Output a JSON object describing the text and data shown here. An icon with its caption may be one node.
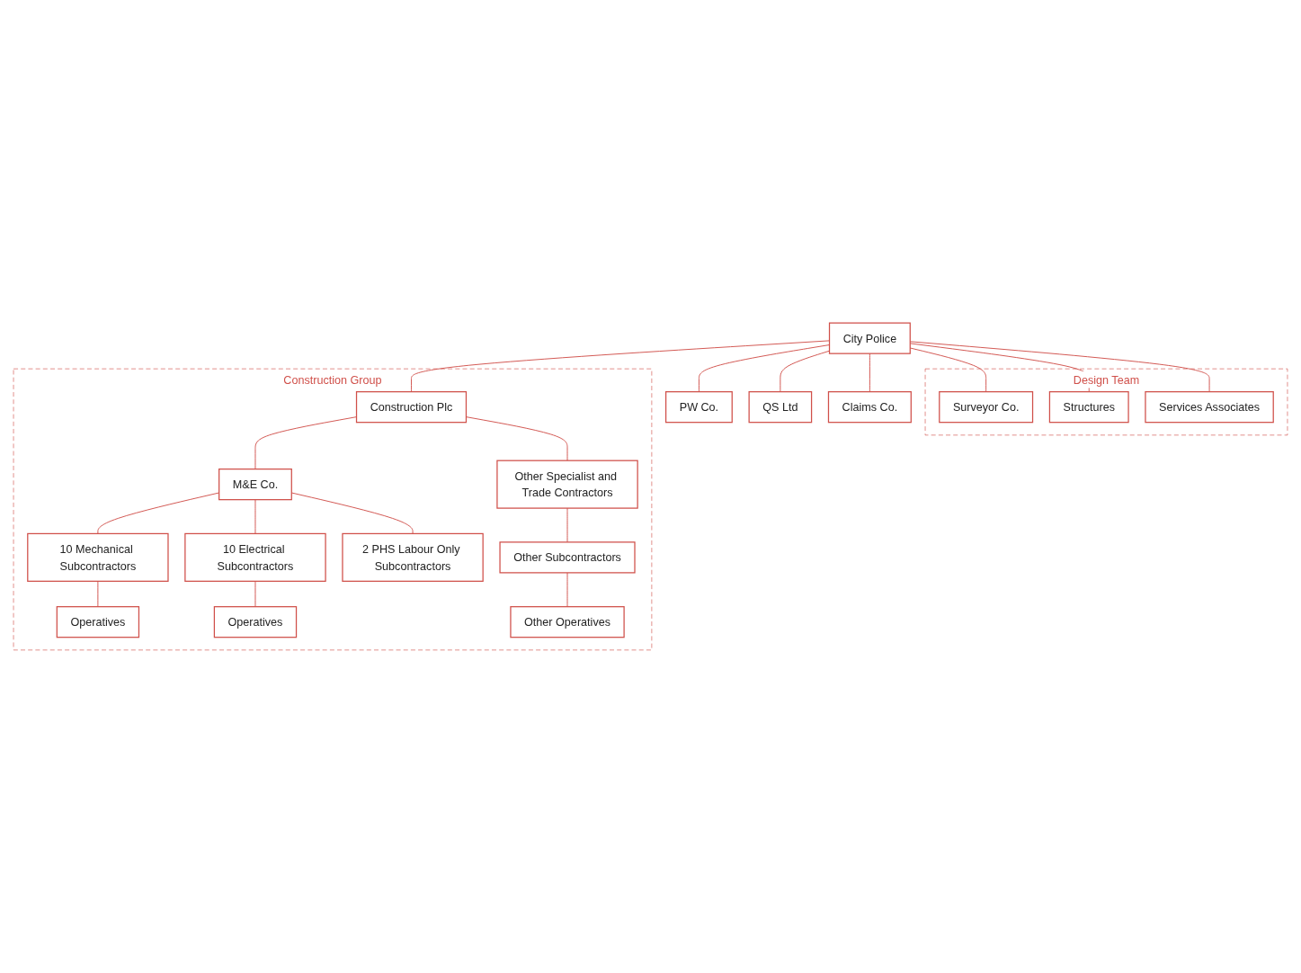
{
  "diagram": {
    "nodes": [
      {
        "text": [
          "Design Team"
        ]
      },
      {
        "text": [
          "Surveyor Co."
        ],
        "in": 0
      },
      {
        "text": [
          "Structures"
        ],
        "in": 0
      },
      {
        "text": [
          "Services Associates"
        ],
        "in": 0
      },
      {
        "text": [
          "City Police"
        ]
      },
      {
        "text": [
          "PW Co."
        ]
      },
      {
        "text": [
          "QS Ltd"
        ]
      },
      {
        "text": [
          "Claims Co."
        ]
      },
      {
        "text": [
          "Construction Group"
        ]
      },
      {
        "text": [
          "Construction Plc"
        ],
        "in": 8
      },
      {
        "text": [
          "M&E Co."
        ],
        "in": 8
      },
      {
        "text": [
          "Other Specialist and Trade Contractors"
        ],
        "in": 8
      },
      {
        "text": [
          "10 Mechanical Subcontractors"
        ],
        "in": 8
      },
      {
        "text": [
          "10 Electrical Subcontractors"
        ],
        "in": 8
      },
      {
        "text": [
          "2 PHS Labour Only Subcontractors"
        ],
        "in": 8
      },
      {
        "text": [
          "Other Subcontractors"
        ],
        "in": 8
      },
      {
        "text": [
          "Operatives"
        ],
        "in": 8
      },
      {
        "text": [
          "Operatives"
        ],
        "in": 8
      },
      {
        "text": [
          "Other Operatives"
        ],
        "in": 8
      }
    ],
    "edges": [
      {
        "from": 4,
        "to": 1,
        "arrow": "none"
      },
      {
        "from": 4,
        "to": 2,
        "arrow": "none"
      },
      {
        "from": 4,
        "to": 3,
        "arrow": "none"
      },
      {
        "from": 4,
        "to": 5,
        "arrow": "none"
      },
      {
        "from": 4,
        "to": 6,
        "arrow": "none"
      },
      {
        "from": 4,
        "to": 7,
        "arrow": "none"
      },
      {
        "from": 4,
        "to": 9,
        "arrow": "none"
      },
      {
        "from": 9,
        "to": 10,
        "arrow": "none"
      },
      {
        "from": 9,
        "to": 11,
        "arrow": "none"
      },
      {
        "from": 10,
        "to": 12,
        "arrow": "none"
      },
      {
        "from": 10,
        "to": 13,
        "arrow": "none"
      },
      {
        "from": 10,
        "to": 14,
        "arrow": "none"
      },
      {
        "from": 11,
        "to": 15,
        "arrow": "none"
      },
      {
        "from": 12,
        "to": 16,
        "arrow": "none"
      },
      {
        "from": 13,
        "to": 17,
        "arrow": "none"
      },
      {
        "from": 15,
        "to": 18,
        "arrow": "none"
      }
    ]
  }
}
